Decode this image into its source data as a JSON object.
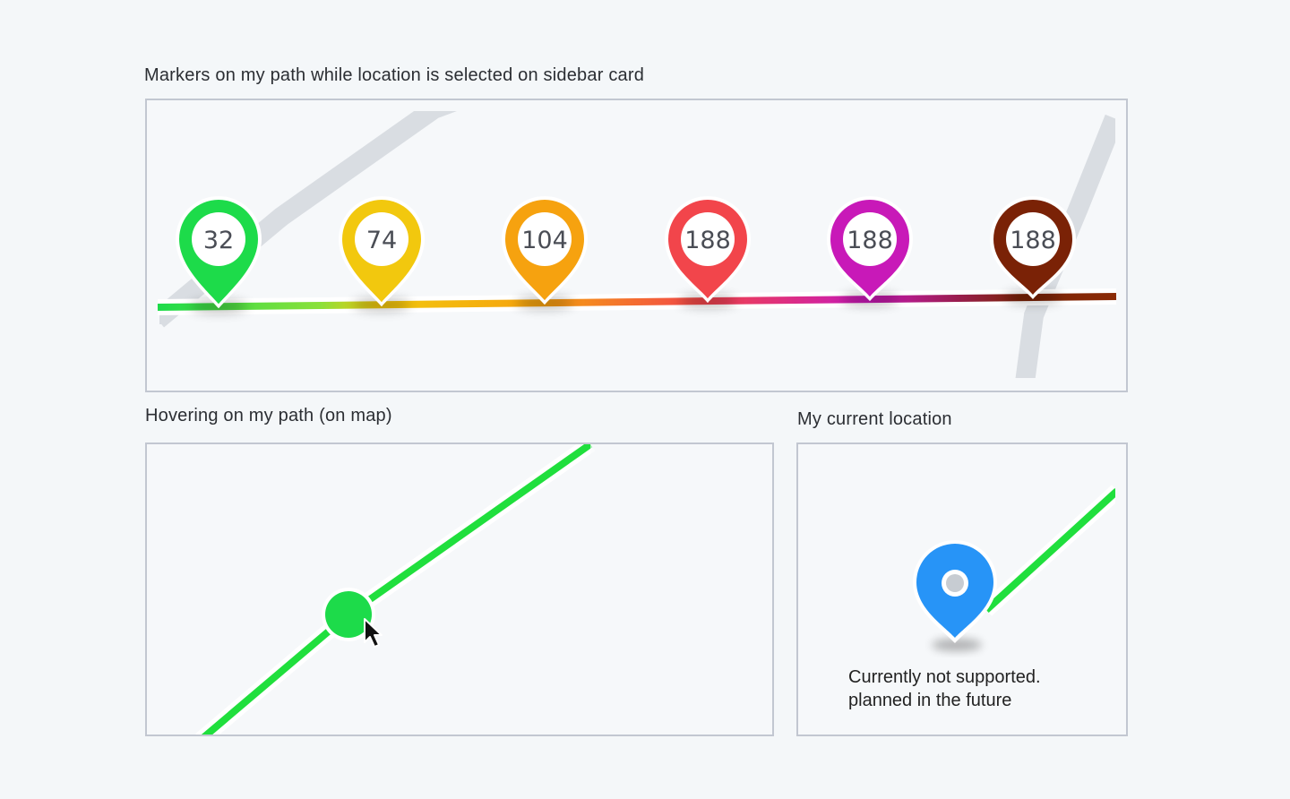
{
  "sections": {
    "markers": {
      "title": "Markers on my path while location is selected on sidebar card",
      "pins": [
        {
          "value": "32",
          "color": "#1ddb4a"
        },
        {
          "value": "74",
          "color": "#f2c80e"
        },
        {
          "value": "104",
          "color": "#f6a20f"
        },
        {
          "value": "188",
          "color": "#f2454b"
        },
        {
          "value": "188",
          "color": "#c819b8"
        },
        {
          "value": "188",
          "color": "#7a2206"
        }
      ]
    },
    "hover": {
      "title": "Hovering on my path (on map)"
    },
    "current_location": {
      "title": "My current location",
      "note_line1": "Currently not supported.",
      "note_line2": "planned in the future"
    }
  },
  "colors": {
    "path_green": "#20df3d",
    "location_blue": "#2794f7",
    "road_gray": "#d9dde2",
    "panel_border": "#c2c7d1"
  },
  "icons": {
    "cursor": "pointer-cursor-icon",
    "location_pin": "location-pin-icon"
  }
}
